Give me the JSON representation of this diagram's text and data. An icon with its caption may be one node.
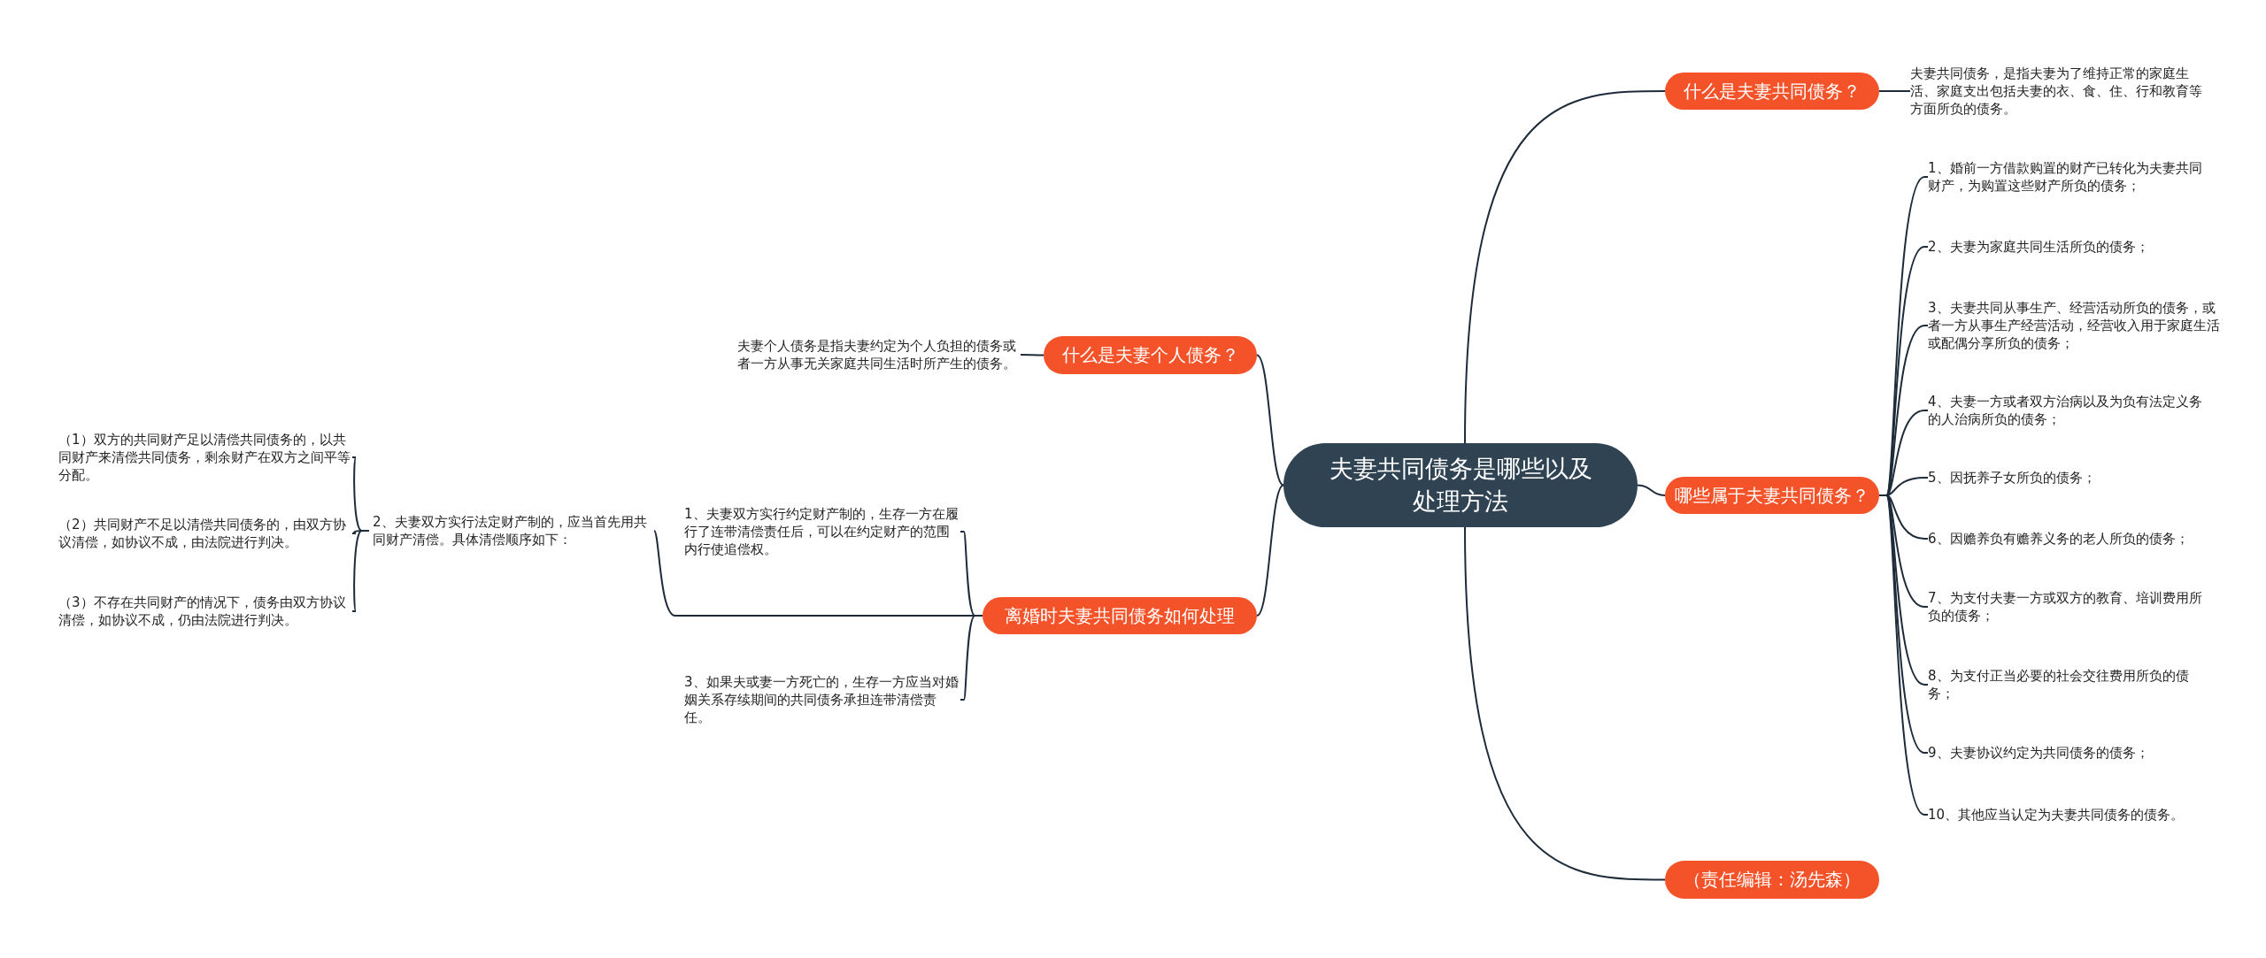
{
  "diagram": {
    "nodes": [
      {
        "text": [
          "夫妻共同债务是哪些以及处理方法"
        ]
      },
      {
        "text": [
          "什么是夫妻共同债务？"
        ]
      },
      {
        "text": [
          "夫妻共同债务，是指夫妻为了维持正常的家庭生活、家庭支出包括夫妻的衣、食、住、行和教育等方面所负的债务。"
        ]
      },
      {
        "text": [
          "哪些属于夫妻共同债务？"
        ]
      },
      {
        "text": [
          "1、婚前一方借款购置的财产已转化为夫妻共同财产，为购置这些财产所负的债务；"
        ]
      },
      {
        "text": [
          "2、夫妻为家庭共同生活所负的债务；"
        ]
      },
      {
        "text": [
          "3、夫妻共同从事生产、经营活动所负的债务，或者一方从事生产经营活动，经营收入用于家庭生活或配偶分享所负的债务；"
        ]
      },
      {
        "text": [
          "4、夫妻一方或者双方治病以及为负有法定义务的人治病所负的债务；"
        ]
      },
      {
        "text": [
          "5、因抚养子女所负的债务；"
        ]
      },
      {
        "text": [
          "6、因赡养负有赡养义务的老人所负的债务；"
        ]
      },
      {
        "text": [
          "7、为支付夫妻一方或双方的教育、培训费用所负的债务；"
        ]
      },
      {
        "text": [
          "8、为支付正当必要的社会交往费用所负的债务；"
        ]
      },
      {
        "text": [
          "9、夫妻协议约定为共同债务的债务；"
        ]
      },
      {
        "text": [
          "10、其他应当认定为夫妻共同债务的债务。"
        ]
      },
      {
        "text": [
          "（责任编辑：汤先森）"
        ]
      },
      {
        "text": [
          "什么是夫妻个人债务？"
        ]
      },
      {
        "text": [
          "夫妻个人债务是指夫妻约定为个人负担的债务或者一方从事无关家庭共同生活时所产生的债务。"
        ]
      },
      {
        "text": [
          "离婚时夫妻共同债务如何处理"
        ]
      },
      {
        "text": [
          "1、夫妻双方实行约定财产制的，生存一方在履行了连带清偿责任后，可以在约定财产的范围内行使追偿权。"
        ]
      },
      {
        "text": [
          "2、夫妻双方实行法定财产制的，应当首先用共同财产清偿。具体清偿顺序如下："
        ]
      },
      {
        "text": [
          "（1）双方的共同财产足以清偿共同债务的，以共同财产来清偿共同债务，剩余财产在双方之间平等分配。"
        ]
      },
      {
        "text": [
          "（2）共同财产不足以清偿共同债务的，由双方协议清偿，如协议不成，由法院进行判决。"
        ]
      },
      {
        "text": [
          "（3）不存在共同财产的情况下，债务由双方协议清偿，如协议不成，仍由法院进行判决。"
        ]
      },
      {
        "text": [
          "3、如果夫或妻一方死亡的，生存一方应当对婚姻关系存续期间的共同债务承担连带清偿责任。"
        ]
      }
    ],
    "edges": [
      {
        "from": 0,
        "to": 1,
        "arrow": "none"
      },
      {
        "from": 1,
        "to": 2,
        "arrow": "none"
      },
      {
        "from": 0,
        "to": 3,
        "arrow": "none"
      },
      {
        "from": 3,
        "to": 4,
        "arrow": "none"
      },
      {
        "from": 3,
        "to": 5,
        "arrow": "none"
      },
      {
        "from": 3,
        "to": 6,
        "arrow": "none"
      },
      {
        "from": 3,
        "to": 7,
        "arrow": "none"
      },
      {
        "from": 3,
        "to": 8,
        "arrow": "none"
      },
      {
        "from": 3,
        "to": 9,
        "arrow": "none"
      },
      {
        "from": 3,
        "to": 10,
        "arrow": "none"
      },
      {
        "from": 3,
        "to": 11,
        "arrow": "none"
      },
      {
        "from": 3,
        "to": 12,
        "arrow": "none"
      },
      {
        "from": 3,
        "to": 13,
        "arrow": "none"
      },
      {
        "from": 0,
        "to": 14,
        "arrow": "none"
      },
      {
        "from": 0,
        "to": 15,
        "arrow": "none"
      },
      {
        "from": 15,
        "to": 16,
        "arrow": "none"
      },
      {
        "from": 0,
        "to": 17,
        "arrow": "none"
      },
      {
        "from": 17,
        "to": 18,
        "arrow": "none"
      },
      {
        "from": 17,
        "to": 19,
        "arrow": "none"
      },
      {
        "from": 19,
        "to": 20,
        "arrow": "none"
      },
      {
        "from": 19,
        "to": 21,
        "arrow": "none"
      },
      {
        "from": 19,
        "to": 22,
        "arrow": "none"
      },
      {
        "from": 17,
        "to": 23,
        "arrow": "none"
      }
    ]
  }
}
